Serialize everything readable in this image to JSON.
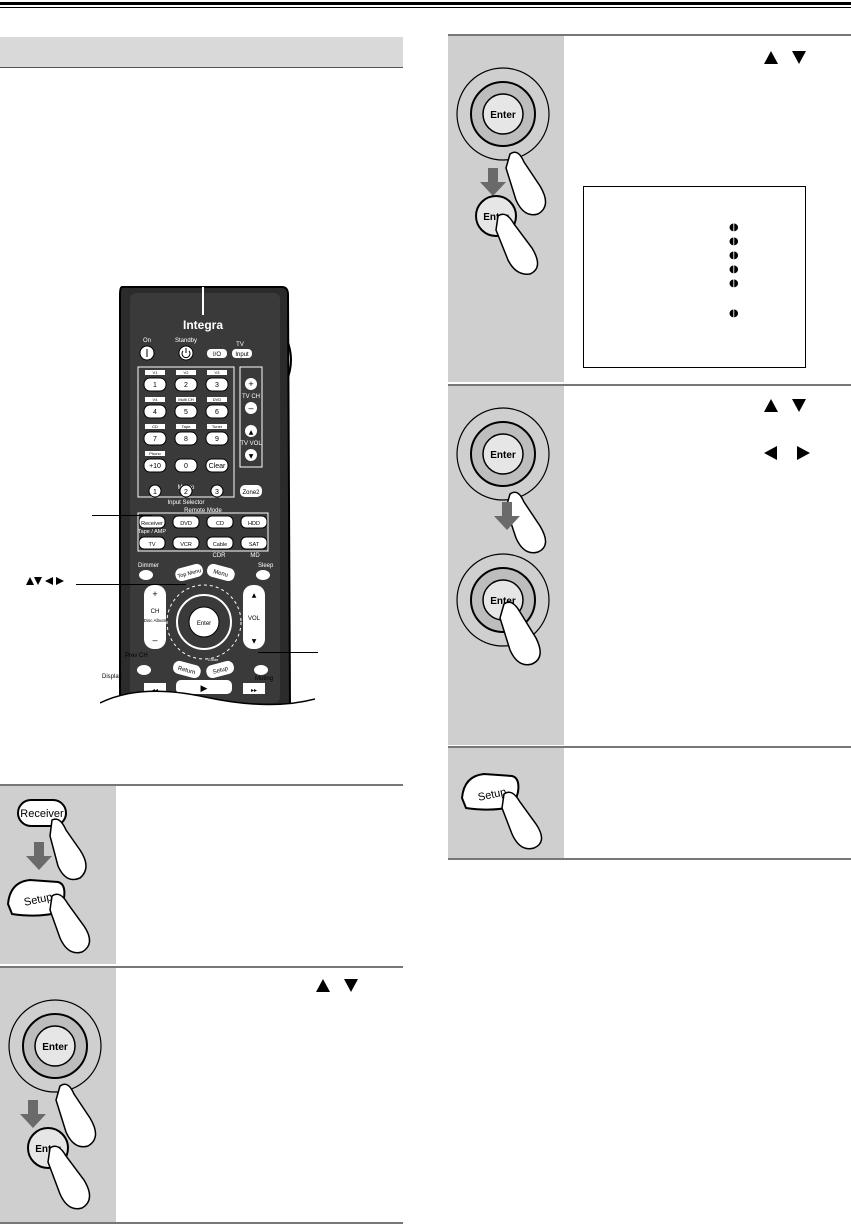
{
  "remote": {
    "brand": "Integra",
    "btn_on": "On",
    "btn_standby": "Standby",
    "tv_group": "TV",
    "btn_tv_io": "I/O",
    "btn_input": "Input",
    "keys": [
      "1",
      "2",
      "3",
      "4",
      "5",
      "6",
      "7",
      "8",
      "9",
      "+10",
      "0",
      "Clear"
    ],
    "source_tags": [
      "V1",
      "V2",
      "V3",
      "V4",
      "Multi CH",
      "DVD",
      "CD",
      "Tape",
      "Tuner",
      "Phono"
    ],
    "tv_ch": "TV CH",
    "tv_vol": "TV VOL",
    "input_selector": "Input Selector",
    "macro": "Macro",
    "macro_keys": [
      "1",
      "2",
      "3"
    ],
    "zone2": "Zone2",
    "remote_mode": "Remote Mode",
    "mode_row1": [
      "Receiver",
      "DVD",
      "CD",
      "HDD"
    ],
    "tape_amp": "Tape / AMP",
    "mode_row2": [
      "TV",
      "VCR",
      "Cable",
      "SAT"
    ],
    "cdr": "CDR",
    "md": "MD",
    "dimmer": "Dimmer",
    "sleep": "Sleep",
    "top_menu": "Top Menu",
    "menu": "Menu",
    "ch": "CH",
    "disc_album": "Disc Album",
    "enter": "Enter",
    "vol": "VOL",
    "prev_ch": "Prev CH",
    "return": "Return",
    "setup": "Setup",
    "display": "Display",
    "muting": "Muting",
    "guide": "Guide"
  },
  "illustration": {
    "enter": "Enter",
    "setup": "Setup",
    "receiver": "Receiver"
  },
  "colors": {
    "band": "#d9d9d9",
    "step_panel": "#cfcfcf",
    "rule": "#777777"
  }
}
